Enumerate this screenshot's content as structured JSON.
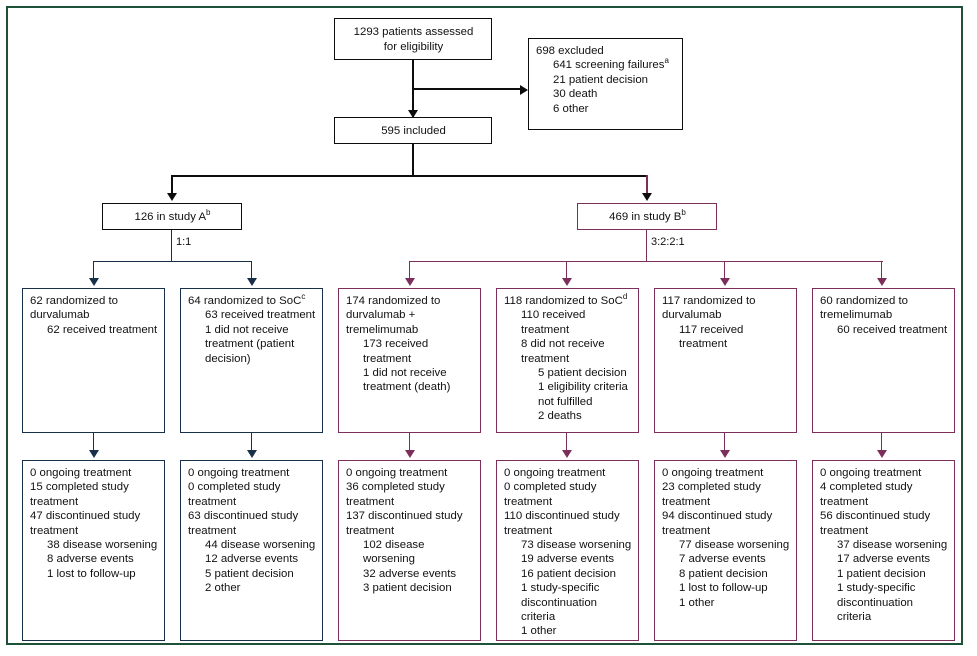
{
  "diagram": {
    "title": "CONSORT patient flow diagram",
    "colors": {
      "frame": "#1d5239",
      "black": "#0d0d0d",
      "study_a": "#18304a",
      "study_b": "#7d2f5c"
    },
    "nodes": {
      "assessed": {
        "lines": [
          "1293 patients assessed",
          "for eligibility"
        ]
      },
      "excluded": {
        "heading": "698 excluded",
        "items": [
          "641 screening failures",
          "21 patient decision",
          "30 death",
          "6 other"
        ],
        "superscripts": [
          "a",
          "",
          "",
          ""
        ]
      },
      "included": {
        "lines": [
          "595 included"
        ]
      },
      "study_a": {
        "text": "126 in study A",
        "sup": "b"
      },
      "study_b": {
        "text": "469 in study B",
        "sup": "b"
      },
      "ratio_a": "1:1",
      "ratio_b": "3:2:2:1"
    },
    "arms": [
      {
        "id": "arm-durvalumab-a",
        "study": "A",
        "randomization": {
          "level0": [
            "62 randomized to",
            "durvalumab"
          ],
          "level1": [
            "62 received treatment"
          ],
          "level1_extra": [],
          "level2": []
        },
        "outcome": {
          "level0": [
            "0 ongoing treatment",
            "15 completed study",
            "treatment",
            "47 discontinued study",
            "treatment"
          ],
          "level1": [
            "38 disease worsening",
            "8 adverse events",
            "1 lost to follow-up"
          ]
        }
      },
      {
        "id": "arm-soc-a",
        "study": "A",
        "randomization": {
          "level0": [
            "64 randomized to SoC"
          ],
          "level0_sup": "c",
          "level1": [
            "63 received treatment",
            "1 did not receive",
            "treatment (patient",
            "decision)"
          ],
          "level2": []
        },
        "outcome": {
          "level0": [
            "0 ongoing treatment",
            "0 completed study",
            "treatment",
            "63 discontinued study",
            "treatment"
          ],
          "level1": [
            "44 disease worsening",
            "12 adverse events",
            "5 patient decision",
            "2 other"
          ]
        }
      },
      {
        "id": "arm-durva-treme-b",
        "study": "B",
        "randomization": {
          "level0": [
            "174 randomized to",
            "durvalumab +",
            "tremelimumab"
          ],
          "level1": [
            "173 received treatment",
            "1 did not receive",
            "treatment (death)"
          ],
          "level2": []
        },
        "outcome": {
          "level0": [
            "0 ongoing treatment",
            "36 completed study",
            "treatment",
            "137 discontinued study",
            "treatment"
          ],
          "level1": [
            "102 disease worsening",
            "32 adverse events",
            "3 patient decision"
          ]
        }
      },
      {
        "id": "arm-soc-b",
        "study": "B",
        "randomization": {
          "level0": [
            "118 randomized to SoC"
          ],
          "level0_sup": "d",
          "level1": [
            "110 received treatment",
            "8 did not receive",
            "treatment"
          ],
          "level2": [
            "5 patient decision",
            "1 eligibility criteria",
            "not fulfilled",
            "2 deaths"
          ]
        },
        "outcome": {
          "level0": [
            "0 ongoing treatment",
            "0 completed study",
            "treatment",
            "110 discontinued study",
            "treatment"
          ],
          "level1": [
            "73 disease worsening",
            "19 adverse events",
            "16 patient decision",
            "1 study-specific",
            "discontinuation criteria",
            "1 other"
          ]
        }
      },
      {
        "id": "arm-durvalumab-b",
        "study": "B",
        "randomization": {
          "level0": [
            "117 randomized to",
            "durvalumab"
          ],
          "level1": [
            "117 received treatment"
          ],
          "level2": []
        },
        "outcome": {
          "level0": [
            "0 ongoing treatment",
            "23 completed study",
            "treatment",
            "94 discontinued study",
            "treatment"
          ],
          "level1": [
            "77 disease worsening",
            "7 adverse events",
            "8 patient decision",
            "1 lost to follow-up",
            "1 other"
          ]
        }
      },
      {
        "id": "arm-tremelimumab-b",
        "study": "B",
        "randomization": {
          "level0": [
            "60 randomized to",
            "tremelimumab"
          ],
          "level1": [
            "60 received treatment"
          ],
          "level2": []
        },
        "outcome": {
          "level0": [
            "0 ongoing treatment",
            "4 completed study",
            "treatment",
            "56 discontinued study",
            "treatment"
          ],
          "level1": [
            "37 disease worsening",
            "17 adverse events",
            "1 patient decision",
            "1 study-specific",
            "discontinuation criteria"
          ]
        }
      }
    ]
  }
}
